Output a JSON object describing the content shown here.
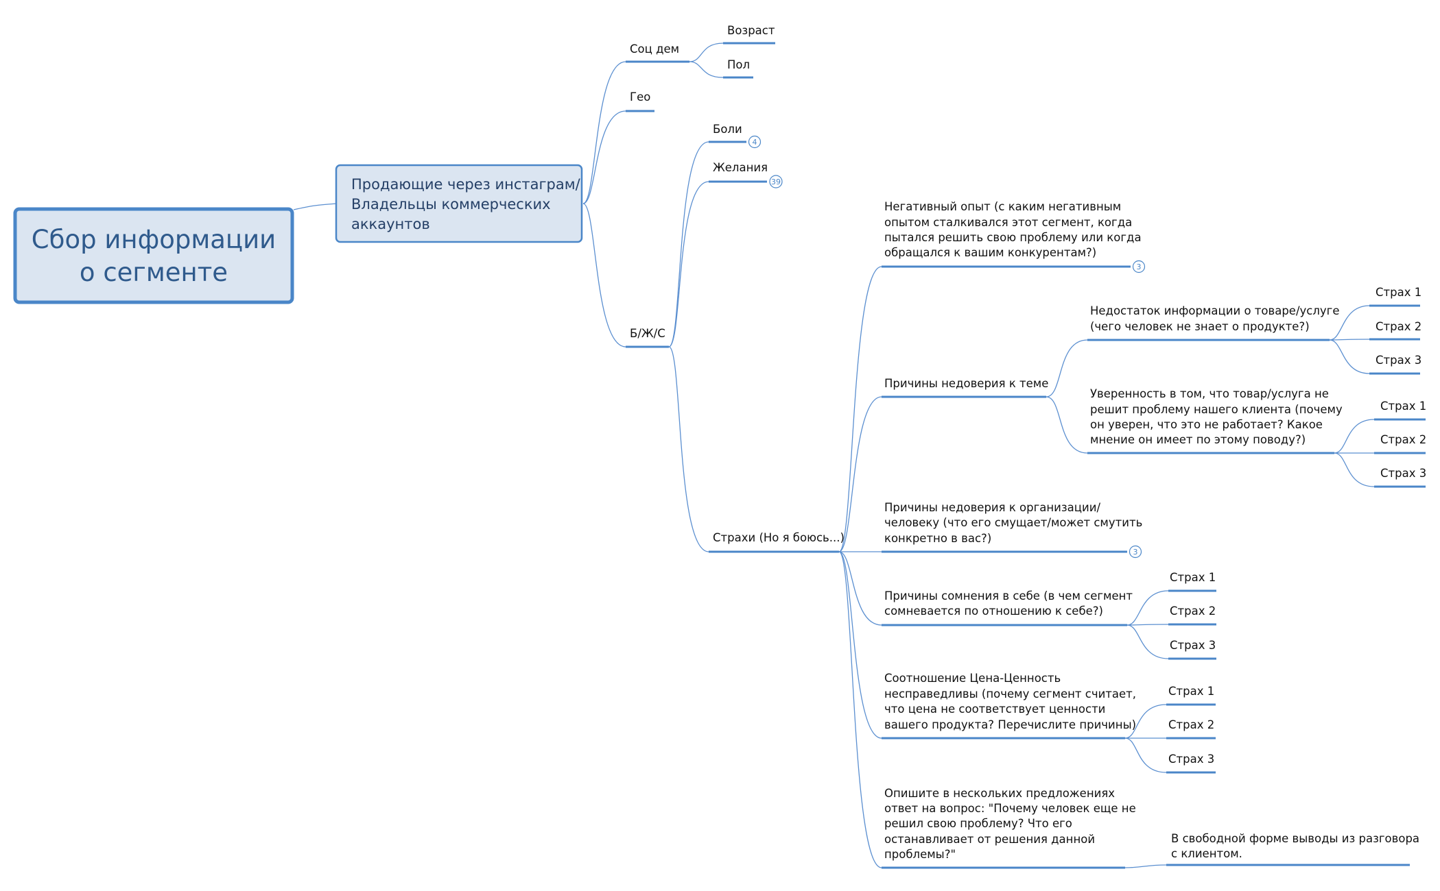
{
  "root": {
    "line1": "Сбор информации",
    "line2": "о сегменте"
  },
  "segment": {
    "line1": "Продающие через инстаграм/",
    "line2": "Владельцы коммерческих",
    "line3": "аккаунтов"
  },
  "branches": {
    "soc_dem": {
      "label": "Соц дем",
      "children": [
        "Возраст",
        "Пол"
      ]
    },
    "geo": {
      "label": "Гео"
    },
    "bzhs": {
      "label": "Б/Ж/С",
      "boli": {
        "label": "Боли",
        "badge": "4"
      },
      "zhelaniya": {
        "label": "Желания",
        "badge": "39"
      },
      "strakhi": {
        "label": "Страхи (Но я боюсь...)",
        "negative": {
          "lines": [
            "Негативный опыт (с каким негативным",
            "опытом сталкивался этот сегмент, когда",
            "пытался решить свою проблему или когда",
            "обращался к вашим конкурентам?)"
          ],
          "badge": "3"
        },
        "nedoverie_teme": {
          "label": "Причины недоверия к теме",
          "info": {
            "lines": [
              "Недостаток информации о товаре/услуге",
              "(чего человек не знает о продукте?)"
            ],
            "fears": [
              "Страх 1",
              "Страх 2",
              "Страх 3"
            ]
          },
          "confidence": {
            "lines": [
              "Уверенность в том, что товар/услуга не",
              "решит проблему нашего клиента (почему",
              "он уверен, что это не работает? Какое",
              "мнение он имеет по этому поводу?)"
            ],
            "fears": [
              "Страх 1",
              "Страх 2",
              "Страх 3"
            ]
          }
        },
        "nedoverie_org": {
          "lines": [
            "Причины недоверия к организации/",
            "человеку (что его смущает/может смутить",
            "конкретно в вас?)"
          ],
          "badge": "3"
        },
        "somnenie": {
          "lines": [
            "Причины сомнения в себе (в чем сегмент",
            "сомневается по отношению к себе?)"
          ],
          "fears": [
            "Страх 1",
            "Страх 2",
            "Страх 3"
          ]
        },
        "cena": {
          "lines": [
            "Соотношение Цена-Ценность",
            "несправедливы (почему сегмент считает,",
            "что цена не соответствует ценности",
            "вашего продукта? Перечислите причины)"
          ],
          "fears": [
            "Страх 1",
            "Страх 2",
            "Страх 3"
          ]
        },
        "opishite": {
          "lines": [
            "Опишите в нескольких предложениях",
            "ответ на вопрос: \"Почему человек еще не",
            "решил свою проблему? Что его",
            "останавливает от решения данной",
            "проблемы?\""
          ],
          "answer": [
            "В свободной форме выводы из разговора",
            "с клиентом."
          ]
        }
      }
    }
  },
  "colors": {
    "accent": "#4a86c8",
    "connector": "#5b8fd0",
    "node_fill": "#dbe5f1",
    "node_border": "#4a86c8",
    "root_text": "#2f5a8c"
  }
}
